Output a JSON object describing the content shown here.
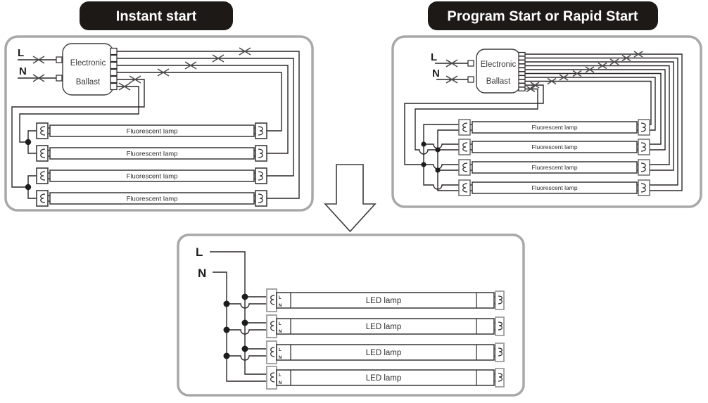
{
  "panels": {
    "instant": {
      "title": "Instant start",
      "line": "L",
      "neutral": "N",
      "ballast": [
        "Electronic",
        "Ballast"
      ],
      "lamps": [
        "Fluorescent  lamp",
        "Fluorescent  lamp",
        "Fluorescent  lamp",
        "Fluorescent  lamp"
      ]
    },
    "program": {
      "title": "Program Start or Rapid Start",
      "line": "L",
      "neutral": "N",
      "ballast": [
        "Electronic",
        "Ballast"
      ],
      "lamps": [
        "Fluorescent  lamp",
        "Fluorescent  lamp",
        "Fluorescent  lamp",
        "Fluorescent  lamp"
      ]
    },
    "led": {
      "line": "L",
      "neutral": "N",
      "lamps": [
        {
          "label": "LED  lamp",
          "pin_l": "L",
          "pin_n": "N"
        },
        {
          "label": "LED  lamp",
          "pin_l": "L",
          "pin_n": "N"
        },
        {
          "label": "LED  lamp",
          "pin_l": "L",
          "pin_n": "N"
        },
        {
          "label": "LED  lamp",
          "pin_l": "L",
          "pin_n": "N"
        }
      ]
    }
  },
  "colors": {
    "wire": "#2b2728",
    "panel_border": "#a8a8a8",
    "pill_bg": "#1c1917",
    "pill_text": "#ffffff",
    "x_mark": "#4c4c4e",
    "junction_dot": "#1d1d1d"
  }
}
